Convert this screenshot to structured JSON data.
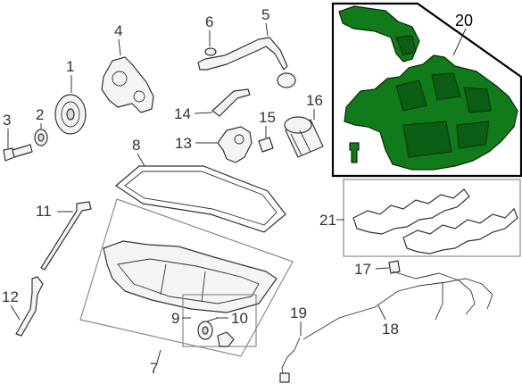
{
  "callouts": {
    "c1": "1",
    "c2": "2",
    "c3": "3",
    "c4": "4",
    "c5": "5",
    "c6": "6",
    "c7": "7",
    "c8": "8",
    "c9": "9",
    "c10": "10",
    "c11": "11",
    "c12": "12",
    "c13": "13",
    "c14": "14",
    "c15": "15",
    "c16": "16",
    "c17": "17",
    "c18": "18",
    "c19": "19",
    "c20": "20",
    "c21": "21"
  },
  "colors": {
    "highlight": "#117a1a",
    "line": "#333333"
  }
}
